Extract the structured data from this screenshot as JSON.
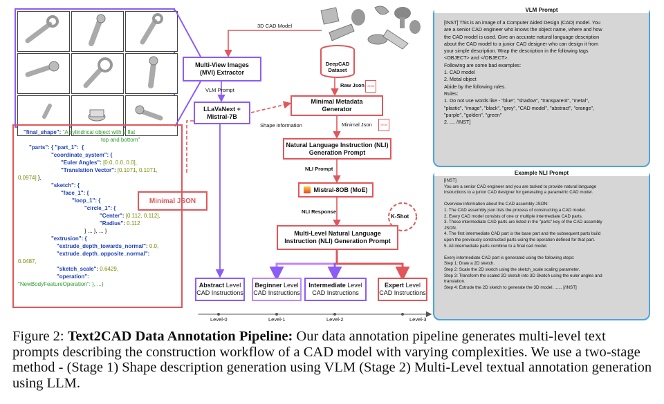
{
  "pipeline": {
    "dataset_label": "DeepCAD\nDataset",
    "mvi_box": "Multi-View Images\n(MVI) Extractor",
    "llava_box": "LLaVaNext +\nMistral-7B",
    "metadata_box": "Minimal Metadata\nGenerator",
    "nli_gen_box": "Natural Language Instruction (NLI)\nGeneration Prompt",
    "mistral_box": "Mistral-8OB (MoE)",
    "mlnli_box": "Multi-Level Natural Language\nInstruction (NLI) Generation Prompt",
    "kshot": "K-Shot",
    "minimal_json": "Minimal JSON",
    "edges": {
      "cad_model": "3D CAD Model",
      "vlm_prompt": "VLM Prompt",
      "raw_json": "Raw Json",
      "shape_info": "Shape information",
      "minimal_json": "Minimal Json",
      "nli_prompt": "NLI Prompt",
      "nli_response": "NLI Response"
    },
    "json_icon": "JSON",
    "levels": [
      {
        "title": "Abstract",
        "suffix": "Level",
        "sub": "CAD Instructions",
        "axis": "Level-0"
      },
      {
        "title": "Beginner",
        "suffix": "Level",
        "sub": "CAD Instructions",
        "axis": "Level-1"
      },
      {
        "title": "Intermediate",
        "suffix": "Level",
        "sub": "CAD Instructions",
        "axis": "Level-2"
      },
      {
        "title": "Expert",
        "suffix": "Level",
        "sub": "CAD Instructions",
        "axis": "Level-3"
      }
    ]
  },
  "json_panel": {
    "l1k": "\"final_shape\": ",
    "l1v": "\"A cylindrical object with a flat",
    "l2v": "top and bottom\"",
    "l3": "\"parts\": { \"part_1\":  {",
    "l4": "\"coordinate_system\": {",
    "l5k": "\"Euler Angles\": ",
    "l5v": "[0.0, 0.0, 0.0],",
    "l6k": "\"Translation Vector\": ",
    "l6v": "[0.1071, 0.1071,",
    "l7v": "0.0974]",
    "l7b": " },",
    "l8": "\"sketch\": {",
    "l9": "\"face_1\": {",
    "l10": "\"loop_1\": {",
    "l11": "\"circle_1\": {",
    "l12k": "\"Center\": ",
    "l12v": "[0.112, 0.112],",
    "l13k": "\"Radius\": ",
    "l13v": "0.112",
    "l14": "} ... }, ... }",
    "l15": "\"extrusion\": {",
    "l16k": "\"extrude_depth_towards_normal\": ",
    "l16v": "0.0,",
    "l17k": "\"extrude_depth_opposite_normal\":",
    "l18v": "0.0487,",
    "l19k": "\"sketch_scale\": ",
    "l19v": "0.6429,",
    "l20k": "\"operation\":",
    "l21v": "\"NewBodyFeatureOperation\": }, ...}"
  },
  "vlm_prompt": {
    "title": "VLM Prompt",
    "lines": [
      "[INST] This is an image of a Computer Aided Design (CAD) model.  You",
      "are a senior CAD engineer who knows the object name, where and how",
      "the CAD model is used. Give an accurate natural language description",
      "about the CAD model to a junior CAD designer who can design it from",
      "your simple description. Wrap the description in the following tags",
      "<OBJECT> and </OBJECT>.",
      "Following are some bad examples:",
      "1. CAD model",
      "2. Metal object",
      "Abide by the following rules.",
      "Rules:",
      "1. Do not use words like - \"blue\", \"shadow\", \"transparent\", \"metal\",",
      "\"plastic\", \"image\", \"black\", \"grey\", \"CAD model\", \"abstract\", \"orange\",",
      "\"purple\", \"golden\", \"green\"",
      "2. .... /INST]"
    ]
  },
  "nli_prompt": {
    "title": "Example NLI Prompt",
    "lines": [
      "[INST]",
      "You are a senior CAD engineer and you are tasked to provide natural language",
      "instructions to a junior CAD designer for generating a parametric CAD model.",
      "",
      "Overview information about the CAD assembly JSON:",
      "1. The CAD assembly json lists the process of constructing a CAD model.",
      "2. Every CAD model consists of one or multiple intermediate CAD parts.",
      "3. These intermediate CAD parts are listed in the \"parts\" key of the CAD assembly",
      "JSON.",
      "4. The first intermediate CAD part is the base part and the subsequent parts build",
      "upon the previously constructed parts using the operation defined for that part.",
      "5. All intermediate parts combine to a final cad model.",
      "",
      "Every intermediate CAD part is generated using the following steps:",
      "Step 1: Draw a 2D sketch.",
      "Step 2: Scale the 2D sketch using the sketch_scale scaling parameter.",
      "Step 3: Transform the scaled 2D sketch into 3D Sketch using the euler angles and",
      "translation.",
      "Step 4: Extrude the 2D sketch to generate the 3D model. ......  [/INST]"
    ]
  },
  "caption": {
    "prefix": "Figure 2: ",
    "bold": "Text2CAD Data Annotation Pipeline:",
    "text": " Our data annotation pipeline generates multi-level text prompts describing the construction workflow of a CAD model with varying complexities. We use a two-stage method - (Stage 1) Shape description generation using VLM (Stage 2) Multi-Level textual annotation generation using LLM."
  },
  "colors": {
    "red": "#e0565a",
    "purple": "#8b5cf6",
    "blue": "#4aa3df"
  }
}
